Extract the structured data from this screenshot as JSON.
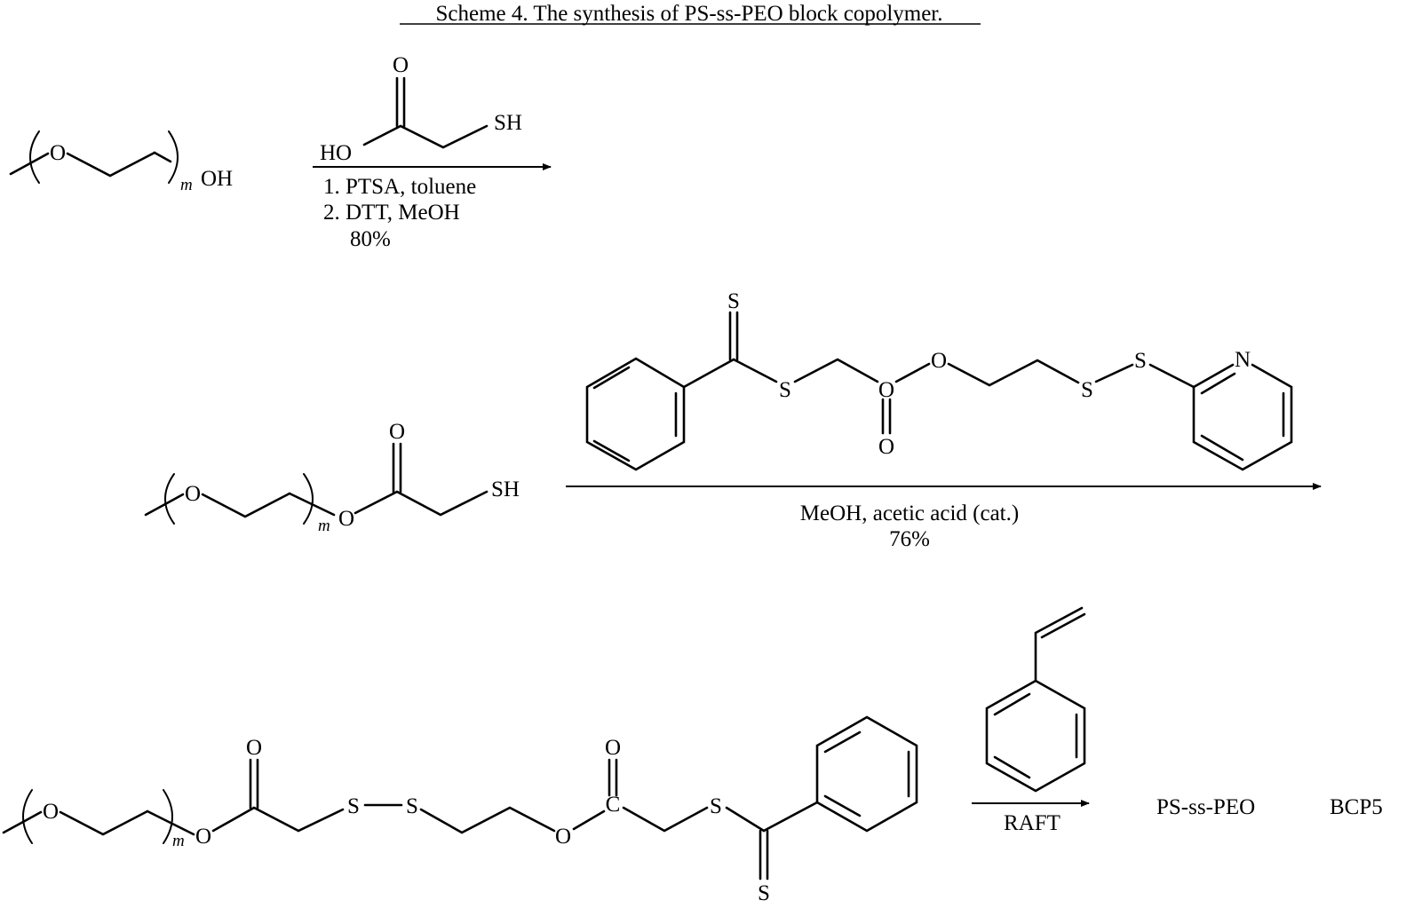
{
  "title": "Scheme 4. The synthesis of PS-ss-PEO block copolymer.",
  "atoms": {
    "O": "O",
    "OH": "OH",
    "HO": "HO",
    "SH": "SH",
    "S": "S",
    "N": "N",
    "C": "C",
    "m": "m"
  },
  "step1": {
    "condition_1": "1. PTSA, toluene",
    "condition_2": "2. DTT, MeOH",
    "yield": "80%"
  },
  "step2": {
    "conditions": "MeOH, acetic acid (cat.)",
    "yield": "76%"
  },
  "step3": {
    "conditions": "RAFT",
    "product": "PS-ss-PEO",
    "product_code": "BCP5"
  }
}
